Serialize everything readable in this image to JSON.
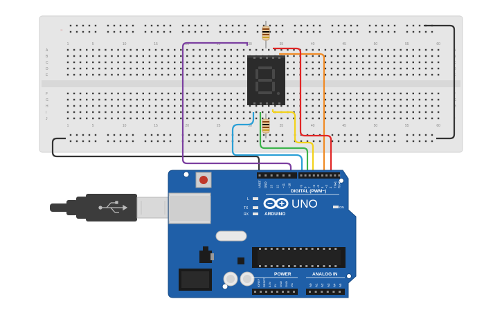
{
  "canvas": {
    "background": "#ffffff"
  },
  "breadboard": {
    "color": "#e6e6e6",
    "column_numbers_top": [
      "1",
      "5",
      "10",
      "15",
      "20",
      "25",
      "30",
      "35",
      "40",
      "45",
      "50",
      "55",
      "60"
    ],
    "column_numbers_bottom": [
      "1",
      "5",
      "10",
      "15",
      "20",
      "25",
      "30",
      "35",
      "40",
      "45",
      "50",
      "55",
      "60"
    ],
    "row_letters_top": [
      "A",
      "B",
      "C",
      "D",
      "E"
    ],
    "row_letters_bottom": [
      "F",
      "G",
      "H",
      "I",
      "J"
    ]
  },
  "display": {
    "digit": "8",
    "segment_color": "#3a3a3a",
    "body_color": "#2b2b2b"
  },
  "resistors": {
    "count": 2,
    "bands": [
      "#8b4513",
      "#000000",
      "#8b4513",
      "#c9a227"
    ]
  },
  "wires": {
    "colors": {
      "purple": "#7b3fa0",
      "blue": "#2a9fd6",
      "green": "#3cb44b",
      "yellow": "#f2d21b",
      "orange": "#f08a24",
      "red": "#e02626",
      "black": "#333333"
    }
  },
  "arduino": {
    "board_color": "#1f5fa8",
    "logo_text": "ARDUINO",
    "model": "UNO",
    "digital_label": "DIGITAL (PWM~)",
    "analog_label": "ANALOG IN",
    "power_label": "POWER",
    "on_label": "ON",
    "l_label": "L",
    "tx_label": "TX",
    "rx_label": "RX",
    "top_header_labels": [
      "AREF",
      "GND",
      "13",
      "12",
      "~11",
      "~10",
      "~9",
      "8",
      "7",
      "~6",
      "~5",
      "4",
      "~3",
      "2",
      "TX▸1",
      "RX◂0"
    ],
    "power_pin_labels": [
      "IOREF",
      "RESET",
      "3.3V",
      "5V",
      "GND",
      "GND",
      "Vin"
    ],
    "analog_pin_labels": [
      "A0",
      "A1",
      "A2",
      "A3",
      "A4",
      "A5"
    ]
  },
  "usb_cable": {
    "body_color": "#3c3c3c",
    "plug_color": "#d9d9d9"
  }
}
